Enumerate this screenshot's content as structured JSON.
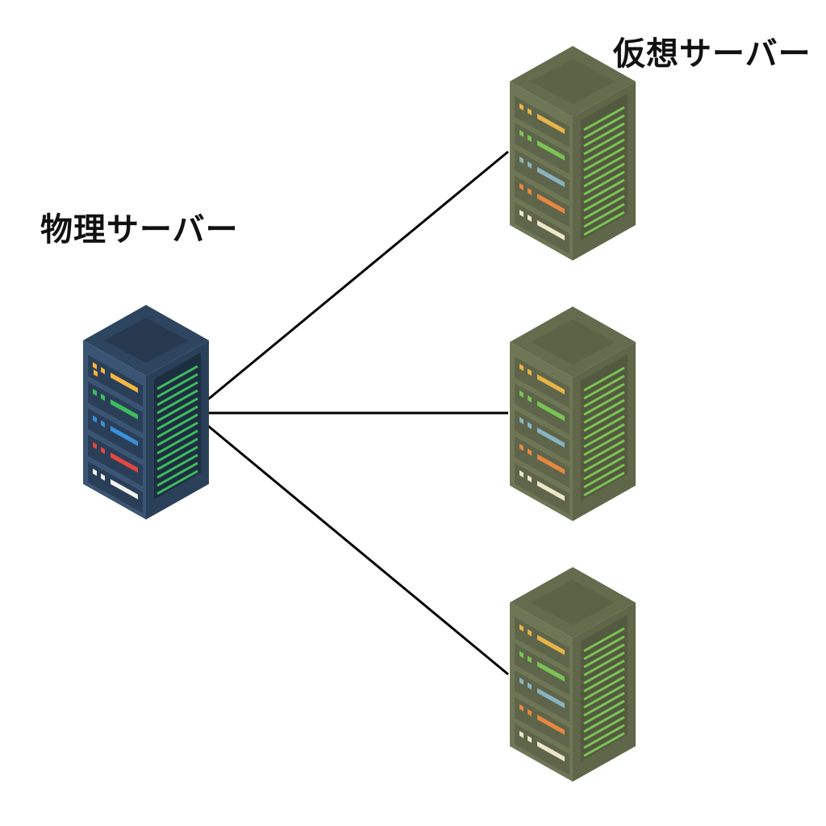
{
  "labels": {
    "physical_server": "物理サーバー",
    "virtual_servers": "仮想サーバー"
  },
  "colors": {
    "physical_server_body": "#344C68",
    "virtual_server_body": "#6B7352",
    "connection_line": "#000000"
  },
  "icons": {
    "physical_server": "server-rack-icon",
    "virtual_server": "server-rack-icon"
  },
  "diagram": {
    "nodes": [
      {
        "id": "physical",
        "kind": "physical_server"
      },
      {
        "id": "virtual-1",
        "kind": "virtual_server"
      },
      {
        "id": "virtual-2",
        "kind": "virtual_server"
      },
      {
        "id": "virtual-3",
        "kind": "virtual_server"
      }
    ],
    "edges": [
      {
        "from": "physical",
        "to": "virtual-1"
      },
      {
        "from": "physical",
        "to": "virtual-2"
      },
      {
        "from": "physical",
        "to": "virtual-3"
      }
    ]
  }
}
